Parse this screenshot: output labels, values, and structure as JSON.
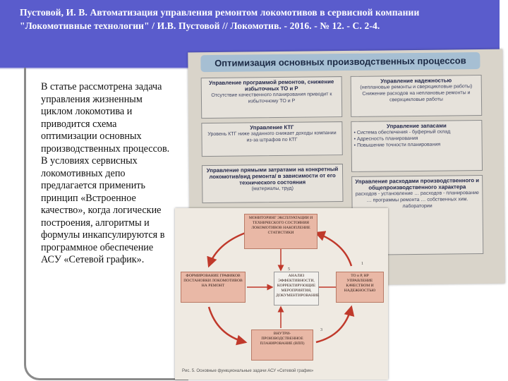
{
  "slide": {
    "title": "Пустовой, И. В. Автоматизация управления ремонтом локомотивов в сервисной компании \"Локомотивные технологии\" / И.В. Пустовой // Локомотив. - 2016. - № 12. - С. 2-4.",
    "body": "В статье рассмотрена задача управления жизненным циклом локомотива и приводится схема оптимизации основных производственных процессов. В условиях сервисных локомотивных депо предлагается применить принцип «Встроенное качество», когда логические построения, алгоритмы и формулы инкапсулируются в программное обеспечение АСУ «Сетевой график»."
  },
  "photo1": {
    "title": "Оптимизация основных производственных процессов",
    "box1_header": "Управление программой ремонтов, снижение избыточных ТО и Р",
    "box1_text": "Отсутствие качественного планирования приводит к избыточному ТО и Р",
    "box2_header": "Управление надежностью",
    "box2_text": "(неплановые ремонты и сверхцикловые работы) Снижение расходов на неплановые ремонты и сверхцикловые работы",
    "box3_header": "Управление КТГ",
    "box3_text": "Уровень КТГ ниже заданного снижает доходы компании из-за штрафов по КТГ",
    "box4_header": "Управление запасами",
    "box4_items": [
      "Система обеспечения - буферный склад",
      "Адресность планирования",
      "Повышение точности планирования"
    ],
    "box5_header": "Управление прямыми затратами на конкретный локомотив/вид ремонта/ в зависимости от его технического состояния",
    "box5_text": "(материалы, труд)",
    "box6_header": "Управление расходами производственного и общепроизводственного характера",
    "box6_text": "расходов - установление … расходов - планирование … программы ремонта … собственных хим. лаборатории"
  },
  "photo2": {
    "node_top": "МОНИТОРИНГ ЭКСПЛУАТАЦИИ И ТЕХНИЧЕСКОГО СОСТОЯНИЯ ЛОКОМОТИВОВ НАКОПЛЕНИЕ СТАТИСТИКИ",
    "node_left": "ФОРМИРОВАНИЕ ГРАФИКОВ ПОСТАНОВКИ ЛОКОМОТИВОВ НА РЕМОНТ",
    "node_center": "АНАЛИЗ ЭФФЕКТИВНОСТИ, КОРРЕКТИРУЮЩИЕ МЕРОПРИЯТИЯ, ДОКУМЕНТИРОВАНИЕ",
    "node_right": "ТО и Р, НР УПРАВЛЕНИЕ КАЧЕСТВОМ И НАДЕЖНОСТЬЮ",
    "node_bottom": "ВНУТРИ-ПРОИЗВОДСТВЕННОЕ ПЛАНИРОВАНИЕ (ВПП)",
    "num_right": "1",
    "num_bottom": "3",
    "num_center": "5",
    "caption": "Рис. 5. Основные функциональные задачи АСУ «Сетевой график»"
  },
  "colors": {
    "header": "#5a5ccc",
    "node_fill": "#e9b8a6",
    "arrow": "#c0392b"
  }
}
